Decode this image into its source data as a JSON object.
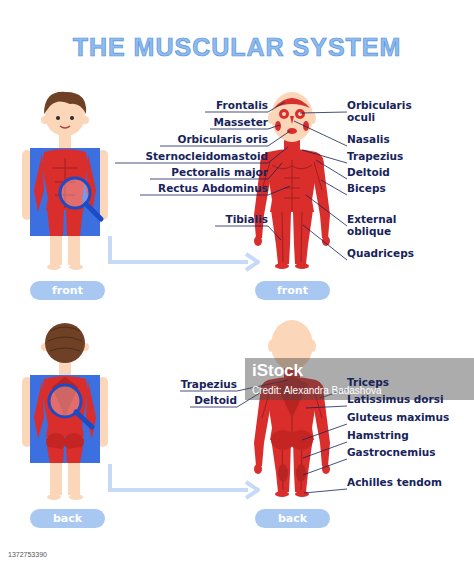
{
  "diagram": {
    "title": "THE MUSCULAR SYSTEM",
    "nodes": [
      {
        "text": [
          "front"
        ]
      },
      {
        "text": [
          "front"
        ]
      },
      {
        "text": [
          "back"
        ]
      },
      {
        "text": [
          "back"
        ]
      }
    ],
    "labels": [
      "Frontalis",
      "Masseter",
      "Orbicularis oris",
      "Sternocleidomastoid",
      "Pectoralis major",
      "Rectus Abdominus",
      "Tibialis",
      "Orbicularis oculi",
      "Nasalis",
      "Trapezius",
      "Deltoid",
      "Biceps",
      "External oblique",
      "Quadriceps",
      "Trapezius",
      "Deltoid",
      "Triceps",
      "Latissimus dorsi",
      "Gluteus maximus",
      "Hamstring",
      "Gastrocnemius",
      "Achilles tendom",
      "iStock",
      "Credit: Alexandra Badashova",
      "1372753390"
    ]
  }
}
